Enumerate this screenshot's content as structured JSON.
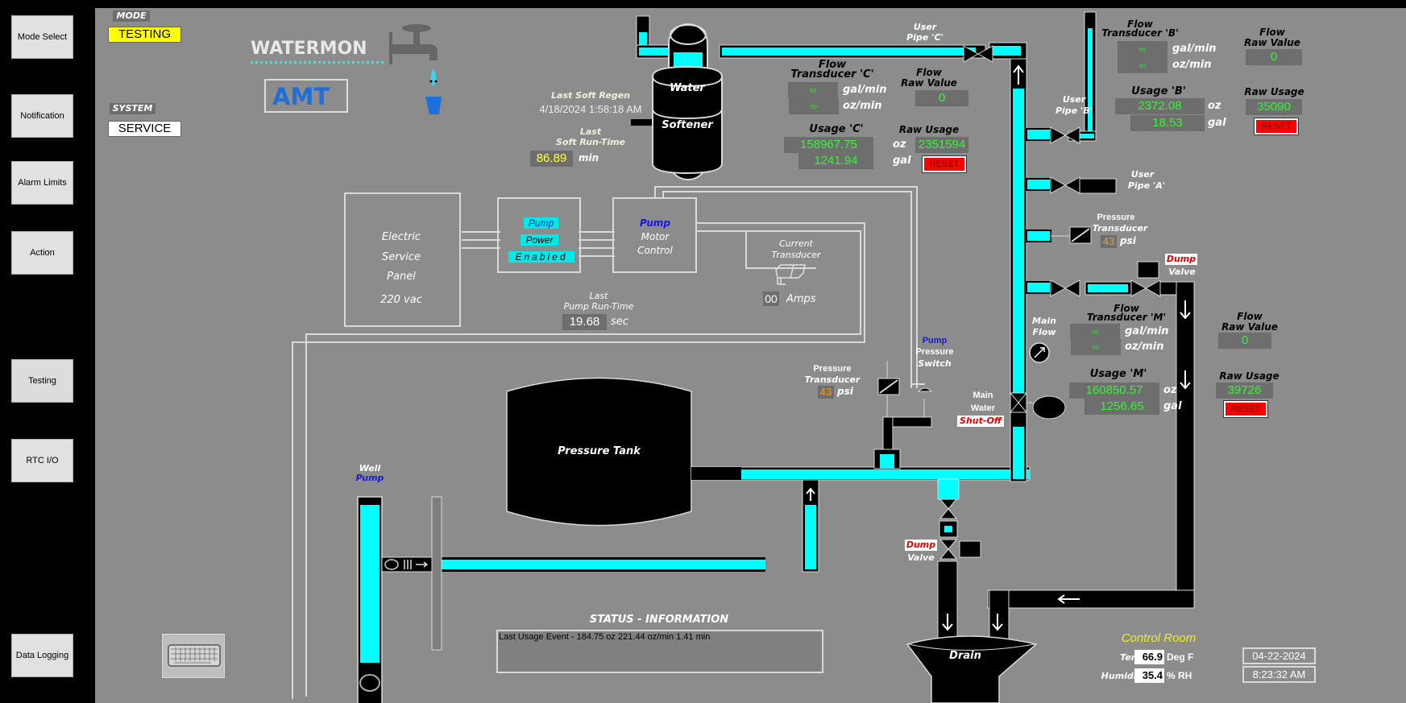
{
  "sidebar": {
    "buttons": [
      {
        "label": "Mode Select"
      },
      {
        "label": "Notification"
      },
      {
        "label": "Alarm Limits"
      },
      {
        "label": "Action"
      },
      {
        "label": "Testing"
      },
      {
        "label": "RTC I/O"
      },
      {
        "label": "Data Logging"
      }
    ]
  },
  "mode": {
    "label": "MODE",
    "value": "TESTING"
  },
  "system": {
    "label": "SYSTEM",
    "value": "SERVICE"
  },
  "branding": {
    "watermon": "WATERMON",
    "amt": "AMT"
  },
  "softener": {
    "regen_label": "Last Soft Regen",
    "regen_time": "4/18/2024 1:58:18 AM",
    "runtime_label_1": "Last",
    "runtime_label_2": "Soft Run-Time",
    "runtime_value": "86.89",
    "runtime_unit": "min",
    "tank_label_1": "Water",
    "tank_label_2": "Softener"
  },
  "transducer_c": {
    "title_1": "Flow",
    "title_2": "Transducer 'C'",
    "gpm": "∞",
    "gpm_unit": "gal/min",
    "ozpm": "∞",
    "ozpm_unit": "oz/min",
    "usage_label": "Usage 'C'",
    "usage_oz": "158967.75",
    "oz_unit": "oz",
    "usage_gal": "1241.94",
    "gal_unit": "gal",
    "raw_value_label_1": "Flow",
    "raw_value_label_2": "Raw Value",
    "raw_value": "0",
    "raw_usage_label": "Raw Usage",
    "raw_usage": "2351594",
    "reset": "RESET",
    "pipe_label_1": "User",
    "pipe_label_2": "Pipe 'C'"
  },
  "transducer_b": {
    "title_1": "Flow",
    "title_2": "Transducer 'B'",
    "gpm": "∞",
    "gpm_unit": "gal/min",
    "ozpm": "∞",
    "ozpm_unit": "oz/min",
    "usage_label": "Usage 'B'",
    "usage_oz": "2372.08",
    "oz_unit": "oz",
    "usage_gal": "18.53",
    "gal_unit": "gal",
    "raw_value_label_1": "Flow",
    "raw_value_label_2": "Raw Value",
    "raw_value": "0",
    "raw_usage_label": "Raw Usage",
    "raw_usage": "35090",
    "reset": "RESET",
    "pipe_label_1": "User",
    "pipe_label_2": "Pipe 'B'"
  },
  "pipe_a": {
    "label_1": "User",
    "label_2": "Pipe 'A'"
  },
  "pressure_right": {
    "label_1": "Pressure",
    "label_2": "Transducer",
    "value": "43",
    "unit": "psi"
  },
  "dump_valve_top": {
    "label_1": "Dump",
    "label_2": "Valve"
  },
  "transducer_m": {
    "title_1": "Flow",
    "title_2": "Transducer 'M'",
    "gpm": "∞",
    "gpm_unit": "gal/min",
    "ozpm": "∞",
    "ozpm_unit": "oz/min",
    "usage_label": "Usage 'M'",
    "usage_oz": "160850.57",
    "oz_unit": "oz",
    "usage_gal": "1256.65",
    "gal_unit": "gal",
    "raw_value_label_1": "Flow",
    "raw_value_label_2": "Raw Value",
    "raw_value": "0",
    "raw_usage_label": "Raw Usage",
    "raw_usage": "39726",
    "reset": "RESET",
    "main_flow_1": "Main",
    "main_flow_2": "Flow"
  },
  "electric": {
    "panel_1": "Electric",
    "panel_2": "Service",
    "panel_3": "Panel",
    "panel_4": "220 vac",
    "pump_1": "Pump",
    "pump_2": "Power",
    "pump_3": "Enabled",
    "motor_1": "Pump",
    "motor_2": "Motor",
    "motor_3": "Control",
    "current_1": "Current",
    "current_2": "Transducer",
    "amps_value": "00",
    "amps_unit": "Amps",
    "pump_runtime_1": "Last",
    "pump_runtime_2": "Pump Run-Time",
    "pump_runtime_value": "19.68",
    "pump_runtime_unit": "sec"
  },
  "pressure_left": {
    "label_1": "Pressure",
    "label_2": "Transducer",
    "value": "43",
    "unit": "psi"
  },
  "pump_switch": {
    "label_1": "Pump",
    "label_2": "Pressure",
    "label_3": "Switch"
  },
  "main_shutoff": {
    "label_1": "Main",
    "label_2": "Water",
    "label_3": "Shut-Off"
  },
  "pressure_tank": {
    "label": "Pressure Tank"
  },
  "well_pump": {
    "label_1": "Well",
    "label_2": "Pump"
  },
  "dump_valve_bottom": {
    "label_1": "Dump",
    "label_2": "Valve"
  },
  "drain": {
    "label": "Drain"
  },
  "status": {
    "title": "STATUS - INFORMATION",
    "text": "Last Usage Event - 184.75 oz 221.44 oz/min 1.41 min"
  },
  "control_room": {
    "title": "Control Room",
    "temp_label": "Temp",
    "temp_value": "66.9",
    "temp_unit": "Deg F",
    "humidity_label": "Humidity",
    "humidity_value": "35.4",
    "humidity_unit": "% RH"
  },
  "clock": {
    "date": "04-22-2024",
    "time": "8:23:32 AM"
  },
  "colors": {
    "water": "#00ffff",
    "pipe": "#000000",
    "value_green": "#3cf03c",
    "mode": "#ffff00",
    "alarm": "#ff0000"
  }
}
